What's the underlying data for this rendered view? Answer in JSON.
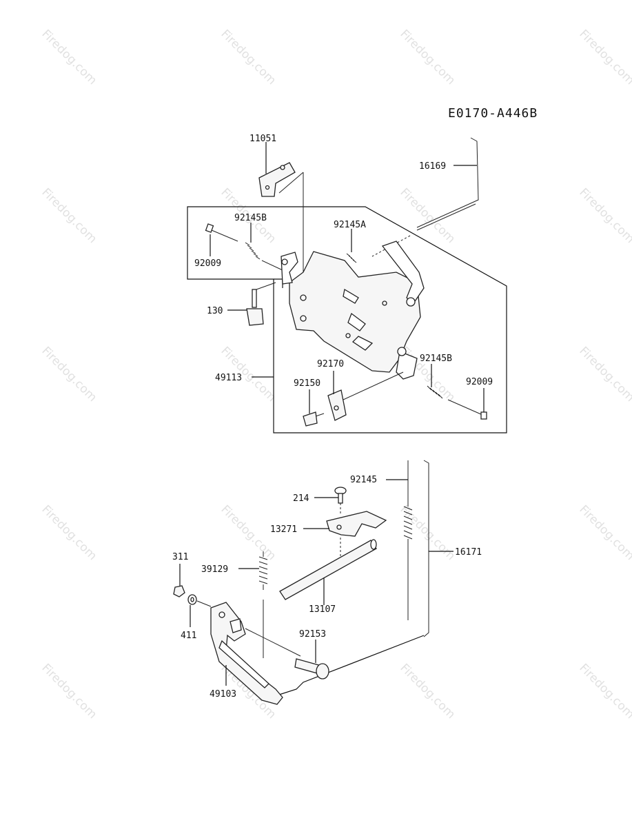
{
  "diagram": {
    "code": "E0170-A446B",
    "watermark": "Firedog.com",
    "callouts": [
      {
        "id": "11051",
        "label": "11051"
      },
      {
        "id": "16169",
        "label": "16169"
      },
      {
        "id": "92145B-top",
        "label": "92145B"
      },
      {
        "id": "92145A",
        "label": "92145A"
      },
      {
        "id": "92009-left",
        "label": "92009"
      },
      {
        "id": "130",
        "label": "130"
      },
      {
        "id": "92170",
        "label": "92170"
      },
      {
        "id": "92145B-right",
        "label": "92145B"
      },
      {
        "id": "49113",
        "label": "49113"
      },
      {
        "id": "92150",
        "label": "92150"
      },
      {
        "id": "92009-right",
        "label": "92009"
      },
      {
        "id": "92145",
        "label": "92145"
      },
      {
        "id": "214",
        "label": "214"
      },
      {
        "id": "13271",
        "label": "13271"
      },
      {
        "id": "16171",
        "label": "16171"
      },
      {
        "id": "311",
        "label": "311"
      },
      {
        "id": "39129",
        "label": "39129"
      },
      {
        "id": "13107",
        "label": "13107"
      },
      {
        "id": "411",
        "label": "411"
      },
      {
        "id": "92153",
        "label": "92153"
      },
      {
        "id": "49103",
        "label": "49103"
      }
    ]
  }
}
